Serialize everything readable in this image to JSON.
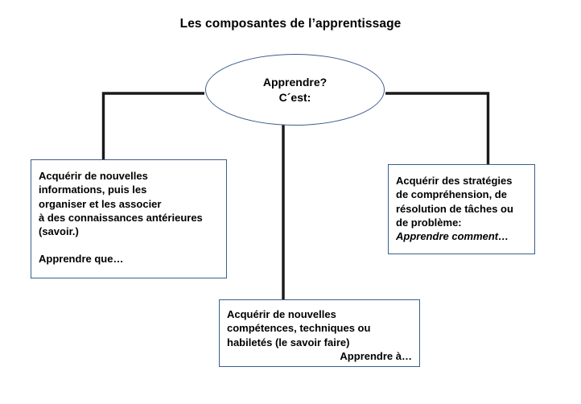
{
  "diagram": {
    "title": "Les composantes de l’apprentissage",
    "colors": {
      "shape_border": "#3B5E8C",
      "connector": "#1A1A1A",
      "text": "#000000",
      "background": "#ffffff"
    },
    "center_node": {
      "shape": "ellipse",
      "line1": "Apprendre?",
      "line2": "C´est:"
    },
    "nodes": {
      "left": {
        "line1": "Acquérir de nouvelles",
        "line2": "informations, puis les",
        "line3": "organiser et les associer",
        "line4": " à des connaissances antérieures",
        "line5": "(savoir.)",
        "conclusion": "Apprendre que…"
      },
      "right": {
        "line1": "Acquérir des stratégies",
        "line2": "de compréhension, de",
        "line3": "résolution de tâches ou",
        "line4": "de problème:",
        "conclusion": "Apprendre comment…"
      },
      "bottom": {
        "line1": "Acquérir de nouvelles",
        "line2": "compétences, techniques ou",
        "line3": "habiletés (le savoir faire)",
        "conclusion": "Apprendre à…"
      }
    },
    "connectors": [
      {
        "name": "center-to-left",
        "from": "ellipse-left-edge",
        "to": "left-box-top"
      },
      {
        "name": "center-to-right",
        "from": "ellipse-right-edge",
        "to": "right-box-top"
      },
      {
        "name": "center-to-bottom",
        "from": "ellipse-bottom-edge",
        "to": "bottom-box-top"
      }
    ]
  }
}
